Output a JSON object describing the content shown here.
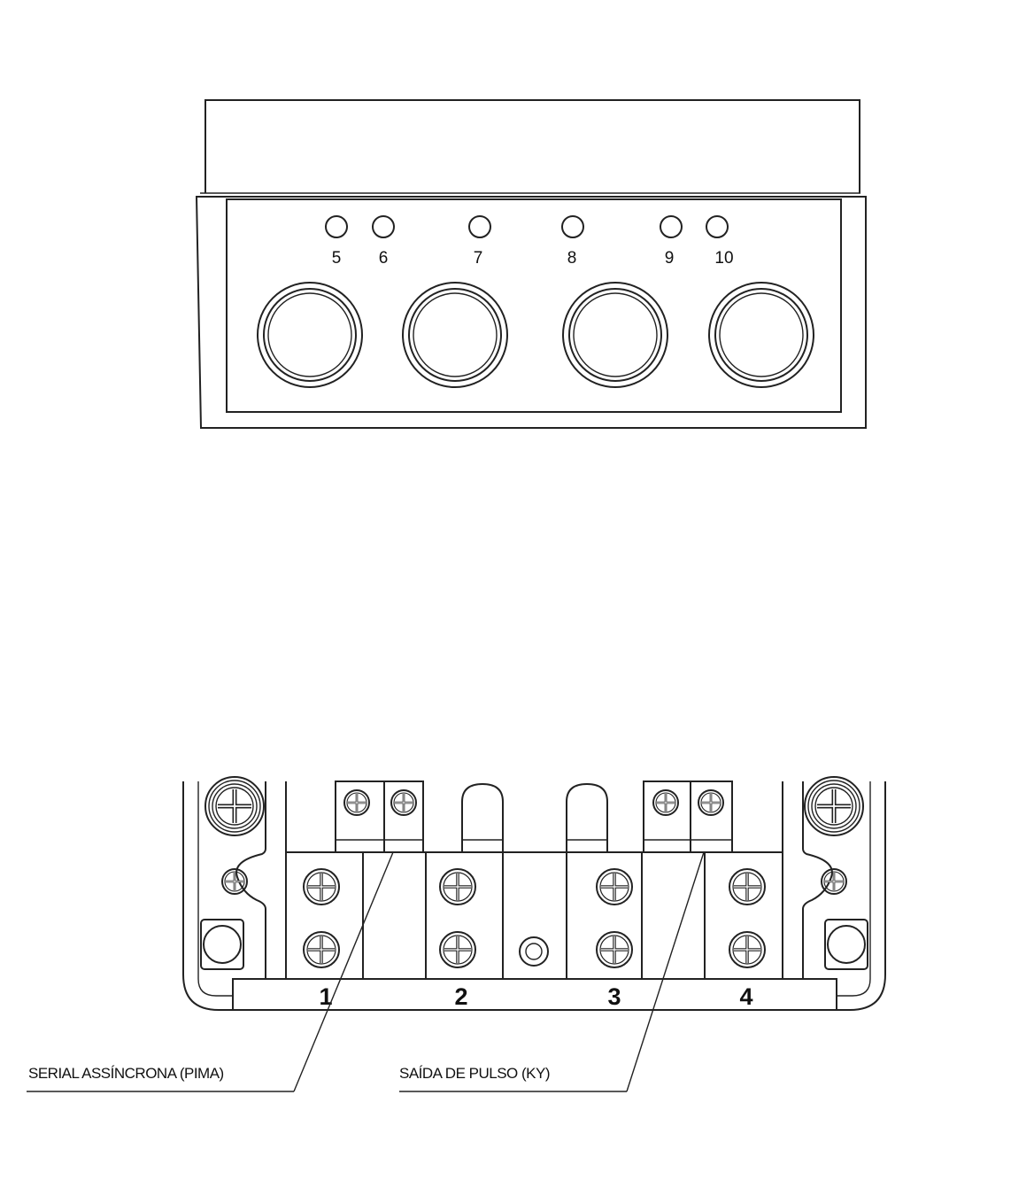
{
  "top_view": {
    "hole_labels": [
      "5",
      "6",
      "7",
      "8",
      "9",
      "10"
    ]
  },
  "terminal_block": {
    "terminal_labels": [
      "1",
      "2",
      "3",
      "4"
    ]
  },
  "callouts": {
    "left": "SERIAL ASSÍNCRONA (PIMA)",
    "right": "SAÍDA DE PULSO (KY)"
  }
}
